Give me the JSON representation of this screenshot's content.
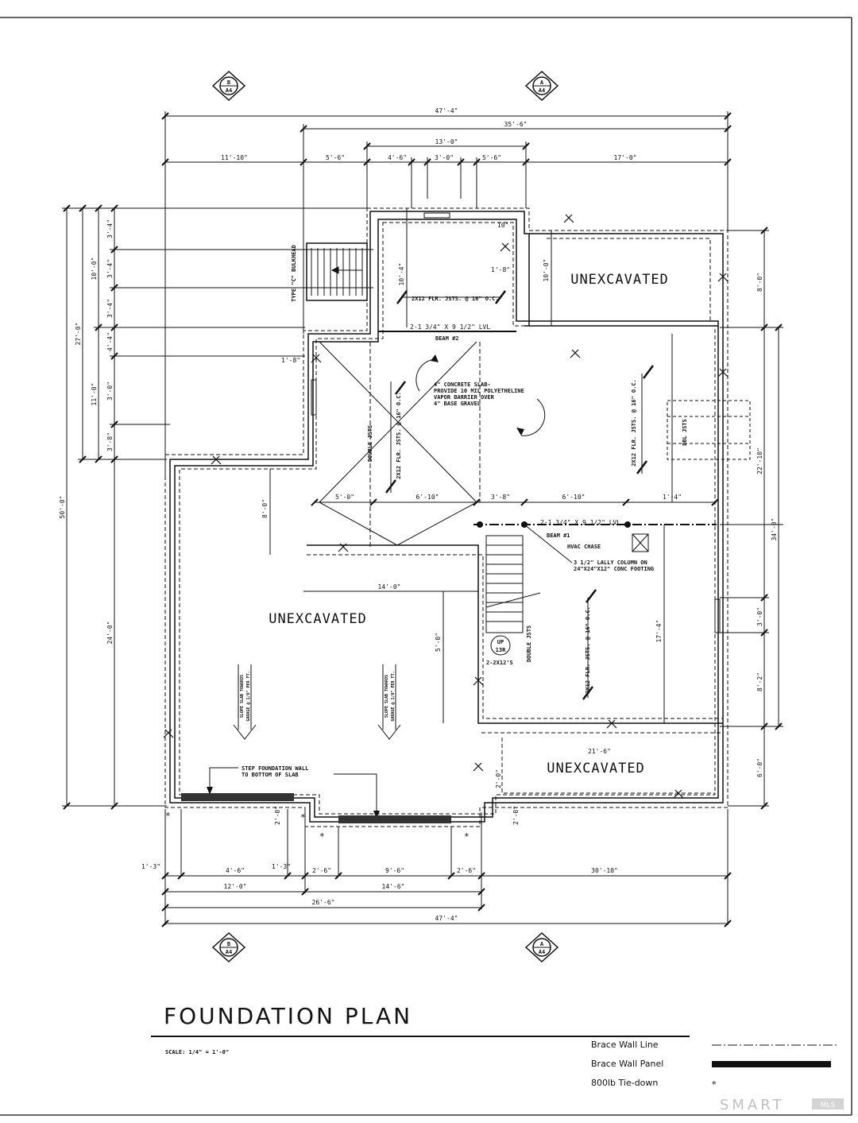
{
  "title": "FOUNDATION PLAN",
  "scale": "SCALE: 1/4\" = 1'-0\"",
  "legend": [
    {
      "label": "Brace Wall Line"
    },
    {
      "label": "Brace Wall Panel"
    },
    {
      "label": "800lb Tie-down",
      "symbol": "*"
    }
  ],
  "watermark": "SMART",
  "watermark_badge": "MLS",
  "section_markers": {
    "top_b": {
      "letter": "B",
      "sheet": "A4"
    },
    "top_a": {
      "letter": "A",
      "sheet": "A4"
    },
    "bottom_b": {
      "letter": "B",
      "sheet": "A4"
    },
    "bottom_a": {
      "letter": "A",
      "sheet": "A4"
    }
  },
  "areas": {
    "unexcavated_ne": "UNEXCAVATED",
    "unexcavated_sw": "UNEXCAVATED",
    "unexcavated_se": "UNEXCAVATED"
  },
  "notes": {
    "bulkhead": "TYPE \"C\" BULKHEAD",
    "joists_top": "2X12 FLR. JSTS. @ 16\" O.C.",
    "beam2_size": "2-1 3/4\" X 9 1/2\" LVL",
    "beam2_name": "BEAM #2",
    "slab_1": "4\" CONCRETE SLAB-",
    "slab_2": "PROVIDE 10 MIL POLYETHELINE",
    "slab_3": "VAPOR BARRIER OVER",
    "slab_4": "4\" BASE GRAVEL",
    "double_jsts_1": "DOUBLE JSTS",
    "joists_mid": "2X12 FLR. JSTS. @ 16\" O.C.",
    "joists_right": "2X12 FLR. JSTS. @ 16\" O.C.",
    "dbl_jsts": "DBL JSTS",
    "beam1_size": "2-1 3/4\" X 9 1/2\" LVL",
    "beam1_name": "BEAM #1",
    "hvac": "HVAC CHASE",
    "lally_1": "3 1/2\" LALLY COLUMN ON",
    "lally_2": "24\"X24\"X12\" CONC FOOTING",
    "stair_up": "UP",
    "stair_count": "13R",
    "header": "2-2X12'S",
    "double_jsts_2": "DOUBLE JSTS",
    "joists_lower": "2X12 FLR. JSTS. @ 16\" O.C.",
    "slope_1": "SLOPE SLAB TOWARDS",
    "slope_2": "GARAGE @ 1/8\" PER FT.",
    "step_1": "STEP FOUNDATION WALL",
    "step_2": "TO BOTTOM OF SLAB"
  },
  "dims": {
    "top_overall": "47'-4\"",
    "top_second": "35'-6\"",
    "top_third": "13'-0\"",
    "t_11_10": "11'-10\"",
    "t_5_6a": "5'-6\"",
    "t_4_6": "4'-6\"",
    "t_3_0": "3'-0\"",
    "t_5_6b": "5'-6\"",
    "t_17_0": "17'-0\"",
    "left_50": "50'-0\"",
    "left_27": "27'-0\"",
    "left_24": "24'-0\"",
    "left_10": "10'-0\"",
    "left_11": "11'-0\"",
    "l_3_4a": "3'-4\"",
    "l_3_4b": "3'-4\"",
    "l_3_4c": "3'-4\"",
    "l_4_4": "4'-4\"",
    "l_3_0": "3'-0\"",
    "l_3_8": "3'-8\"",
    "r_34": "34'-0\"",
    "r_22_10": "22'-10\"",
    "r_8_0a": "8'-0\"",
    "r_3_0": "3'-0\"",
    "r_8_2": "8'-2\"",
    "r_6_0": "6'-0\"",
    "i_10_4": "10'-4\"",
    "i_10_0": "10'-0\"",
    "i_10_a": "10\"",
    "i_1_8a": "1'-8\"",
    "i_1_8b": "1'-8\"",
    "i_8_0": "8'-0\"",
    "i_5_0": "5'-0\"",
    "b_5_0": "5'-0\"",
    "b_6_10": "6'-10\"",
    "b_3_8": "3'-8\"",
    "b_6_10b": "6'-10\"",
    "b_1_4": "1'-4\"",
    "i_14_0": "14'-0\"",
    "i_17_4": "17'-4\"",
    "i_21_6": "21'-6\"",
    "i_2_0a": "2'-0\"",
    "i_2_0b": "2'-0\"",
    "i_2_0c": "2'-0\"",
    "bot_1_3": "1'-3\"",
    "bot_4_6": "4'-6\"",
    "bot_1_3b": "1'-3\"",
    "bot_2_6a": "2'-6\"",
    "bot_9_6": "9'-6\"",
    "bot_2_6b": "2'-6\"",
    "bot_30_10": "30'-10\"",
    "bot_12_0": "12'-0\"",
    "bot_14_6": "14'-6\"",
    "bot_26_6": "26'-6\"",
    "bot_overall": "47'-4\""
  }
}
